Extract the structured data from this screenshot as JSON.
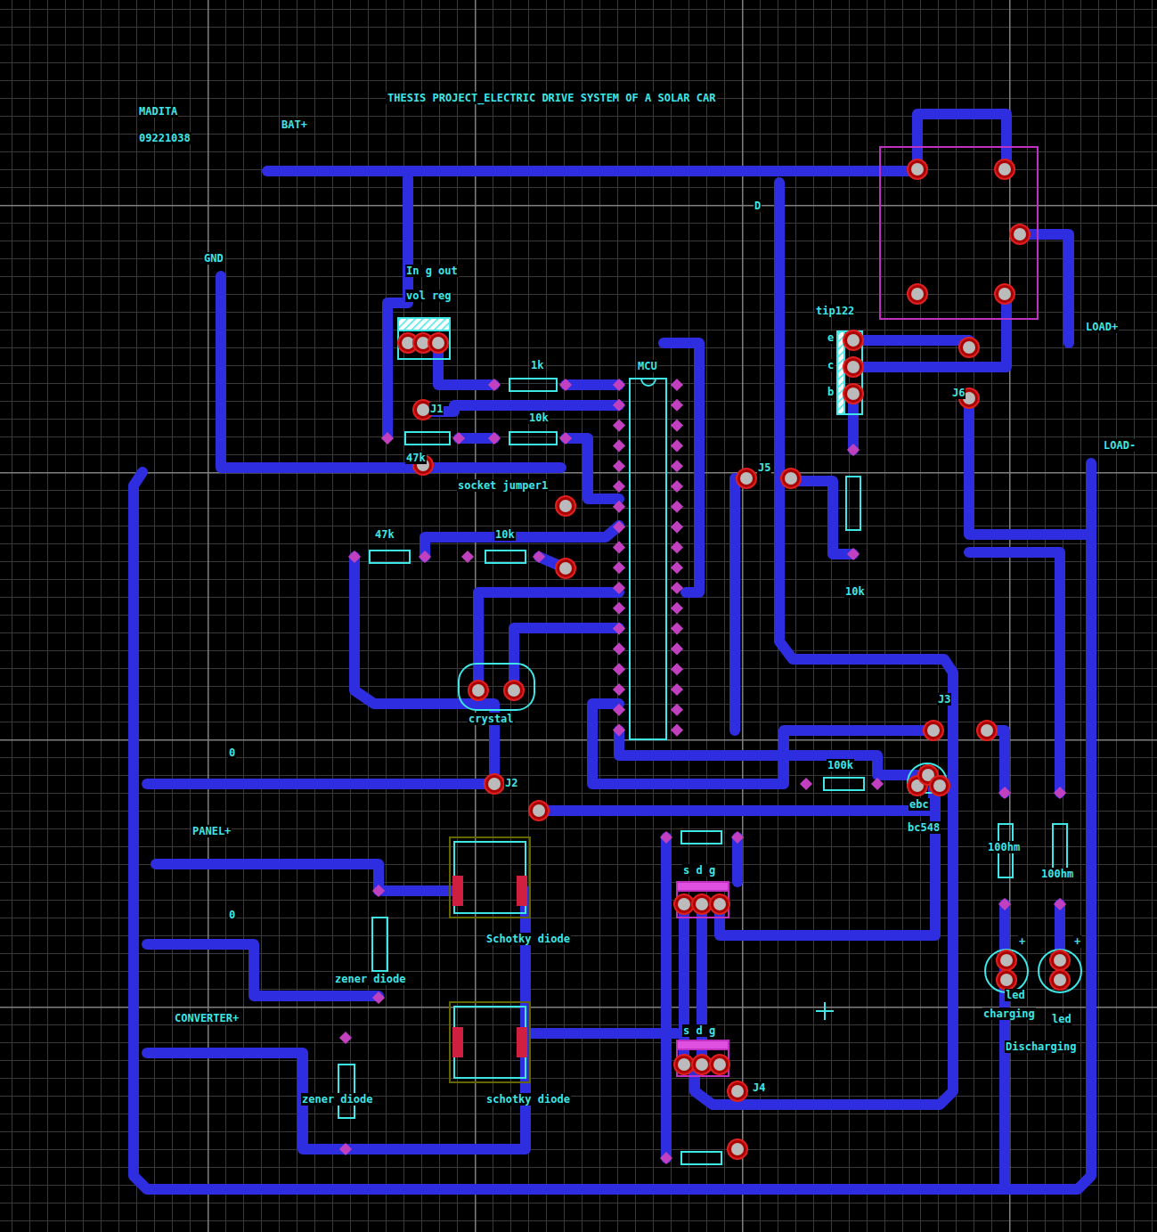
{
  "diagram": {
    "title": "THESIS PROJECT_ELECTRIC DRIVE SYSTEM OF A SOLAR CAR",
    "labels": [
      "MADITA",
      "09221038",
      "BAT+",
      "GND",
      "In g out",
      "vol reg",
      "1k",
      "J1",
      "10k",
      "47k",
      "socket jumper1",
      "47k",
      "10k",
      "MCU",
      "crystal",
      "D",
      "tip122",
      "e",
      "c",
      "b",
      "LOAD+",
      "J6",
      "LOAD-",
      "J5",
      "10k",
      "J3",
      "100k",
      "ebc",
      "bc548",
      "J2",
      "0",
      "PANEL+",
      "0",
      "CONVERTER+",
      "zener diode",
      "zener diode",
      "Schotky diode",
      "schotky diode",
      "s d g",
      "s d g",
      "J4",
      "100hm",
      "100hm",
      "+",
      "+",
      "led",
      "charging",
      "led",
      "Discharging"
    ]
  }
}
